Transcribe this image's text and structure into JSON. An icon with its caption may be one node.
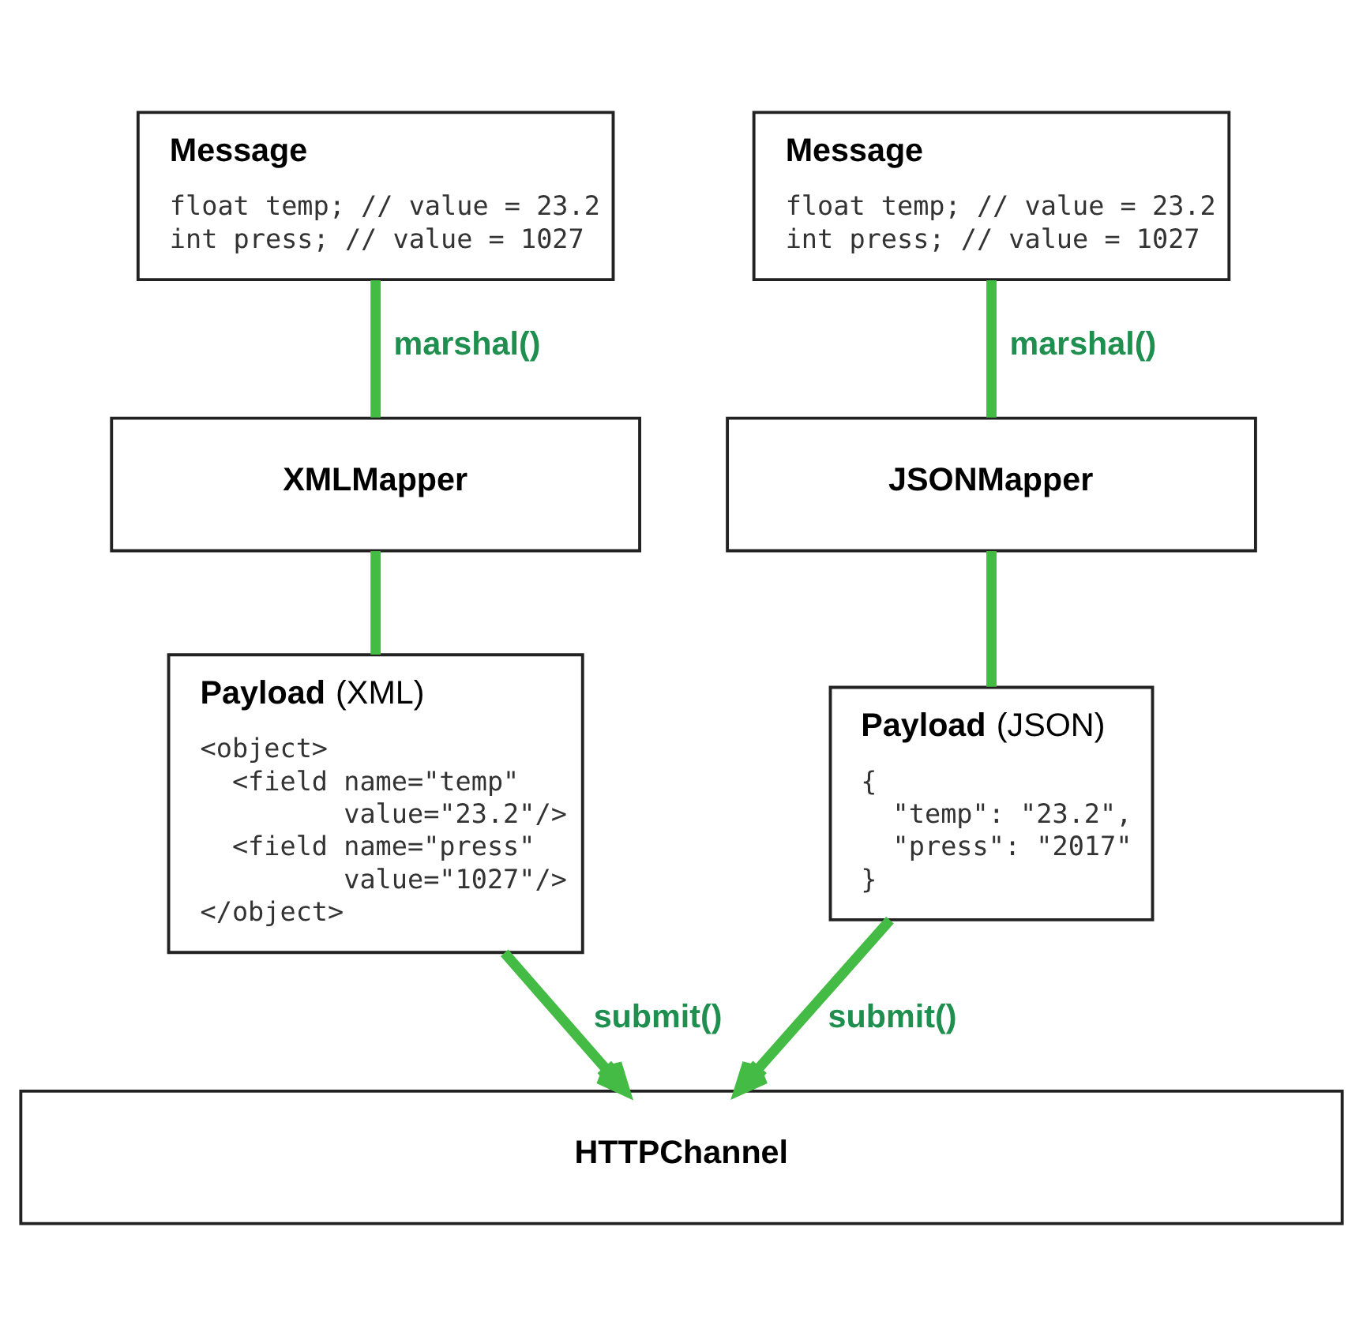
{
  "diagram": {
    "nodes": [
      {
        "text": [
          "Message",
          "float temp; // value = 23.2",
          "int press; // value = 1027"
        ]
      },
      {
        "text": [
          "Message",
          "float temp; // value = 23.2",
          "int press; // value = 1027"
        ]
      },
      {
        "text": [
          "XMLMapper"
        ]
      },
      {
        "text": [
          "JSONMapper"
        ]
      },
      {
        "text": [
          "**Payload** (XML)",
          "<object>",
          "  <field name=\"temp\"",
          "         value=\"23.2\"/>",
          "  <field name=\"press\"",
          "         value=\"1027\"/>",
          "</object>"
        ]
      },
      {
        "text": [
          "**Payload** (JSON)",
          "{",
          "  \"temp\": \"23.2\",",
          "  \"press\": \"2017\"",
          "}"
        ]
      },
      {
        "text": [
          "HTTPChannel"
        ]
      }
    ],
    "edges": [
      {
        "from": 0,
        "to": 2,
        "arrow": "none",
        "label": "marshal()"
      },
      {
        "from": 1,
        "to": 3,
        "arrow": "none",
        "label": "marshal()"
      },
      {
        "from": 2,
        "to": 4,
        "arrow": "none"
      },
      {
        "from": 3,
        "to": 5,
        "arrow": "none"
      },
      {
        "from": 4,
        "to": 6,
        "arrow": "to",
        "label": "submit()"
      },
      {
        "from": 5,
        "to": 6,
        "arrow": "to",
        "label": "submit()"
      }
    ]
  }
}
